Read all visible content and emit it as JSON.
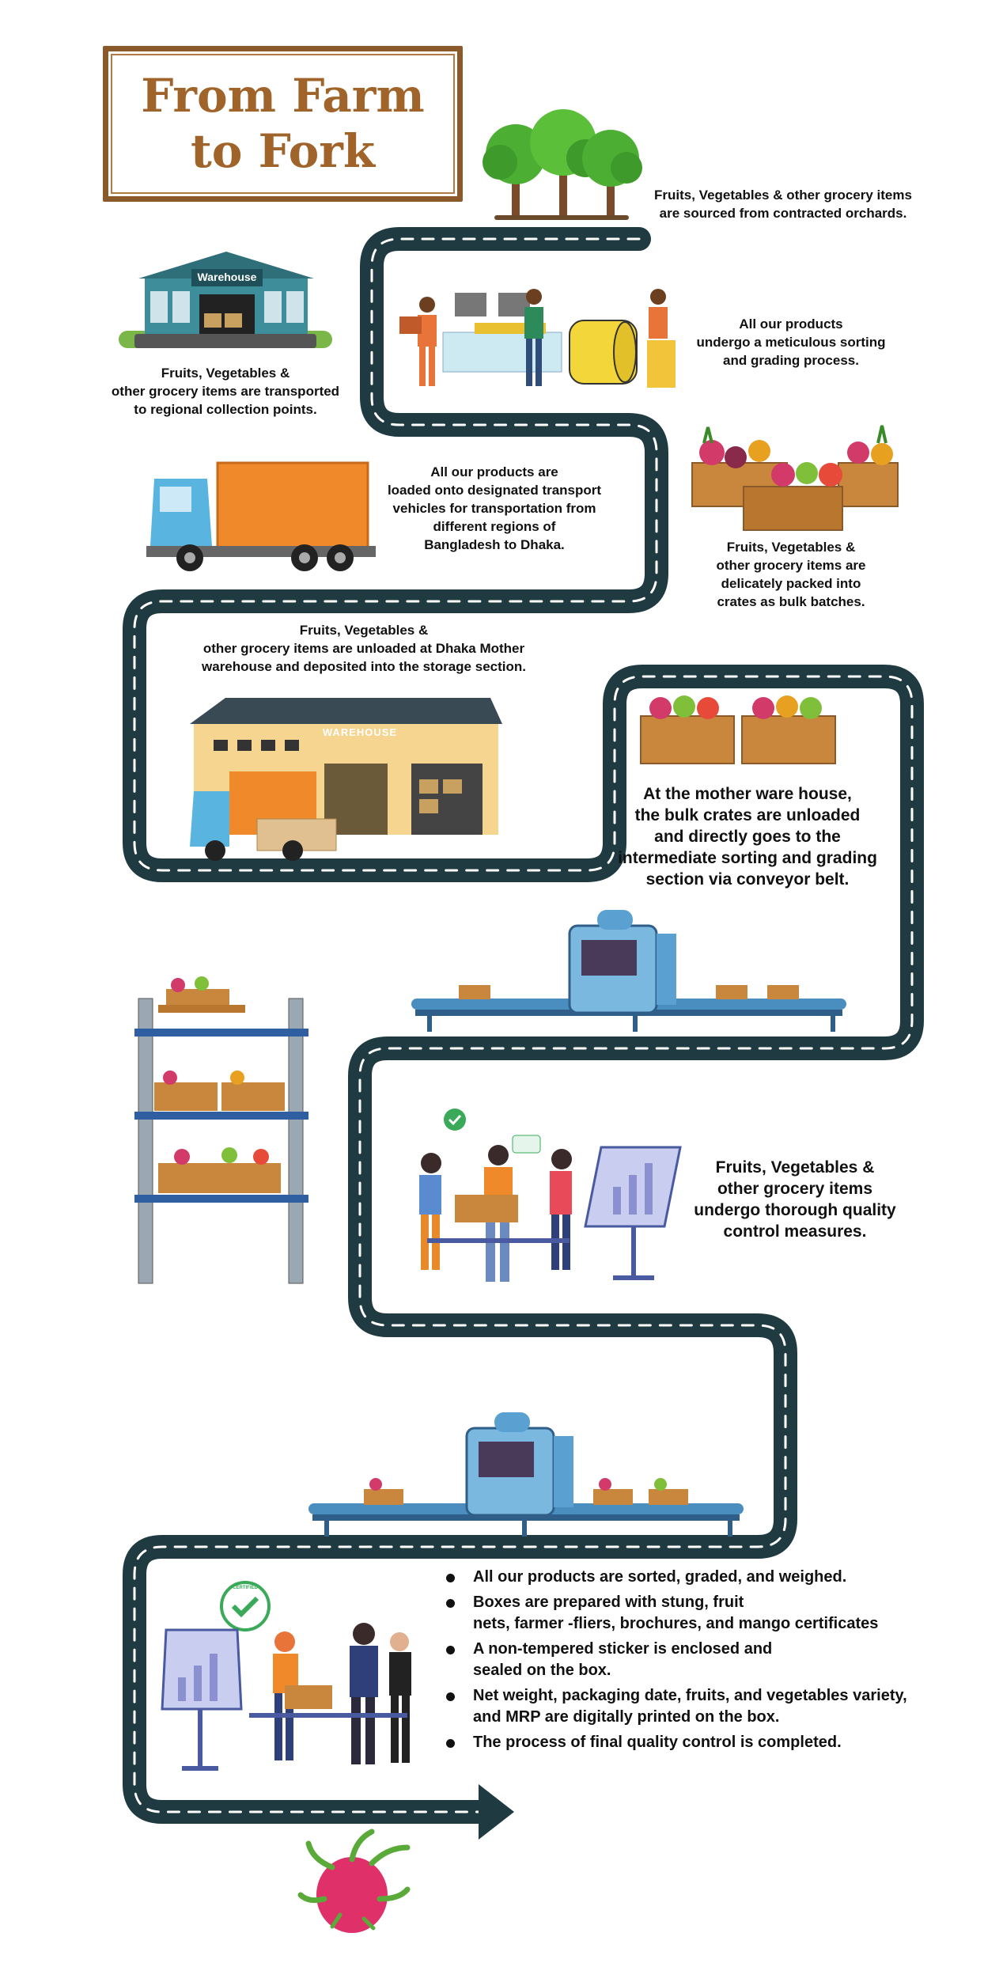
{
  "title": {
    "line1": "From Farm",
    "line2": "to Fork"
  },
  "steps": {
    "orchards": {
      "line1": "Fruits, Vegetables & other grocery items",
      "line2": "are sourced from contracted orchards."
    },
    "sorting": {
      "line1": "All our products",
      "line2": "undergo a meticulous sorting",
      "line3": "and grading process."
    },
    "warehouse": {
      "sign": "Warehouse",
      "line1": "Fruits, Vegetables &",
      "line2": "other grocery items are transported",
      "line3": "to regional collection points."
    },
    "crates": {
      "line1": "Fruits, Vegetables &",
      "line2": "other grocery items are",
      "line3": "delicately packed into",
      "line4": "crates as bulk batches."
    },
    "transport": {
      "line1": "All our products are",
      "line2": "loaded onto designated transport",
      "line3": "vehicles for transportation from",
      "line4": "different regions of",
      "line5": "Bangladesh to Dhaka."
    },
    "unload": {
      "line1": "Fruits, Vegetables &",
      "line2": "other grocery items  are unloaded at Dhaka Mother",
      "line3": "warehouse and deposited into the storage section.",
      "sign": "WAREHOUSE"
    },
    "conveyor": {
      "line1": "At the mother ware house,",
      "line2": "the bulk crates are unloaded",
      "line3": "and directly goes to the",
      "line4": "intermediate sorting and grading",
      "line5": "section via conveyor belt."
    },
    "quality": {
      "line1": "Fruits, Vegetables &",
      "line2": "other grocery items",
      "line3": "undergo thorough quality",
      "line4": "control measures."
    },
    "final": {
      "certified": "CERTIFIED",
      "bullets": [
        {
          "line1": "All our products are sorted, graded, and weighed."
        },
        {
          "line1": "Boxes are prepared with stung, fruit",
          "line2": "nets, farmer -fliers, brochures, and mango certificates"
        },
        {
          "line1": "A non-tempered sticker is enclosed and",
          "line2": "sealed on the box."
        },
        {
          "line1": "Net weight, packaging date, fruits, and vegetables variety,",
          "line2": "and MRP are digitally printed on the box."
        },
        {
          "line1": "The process of final quality control is completed."
        }
      ]
    }
  },
  "colors": {
    "road": "#1f3a40",
    "title": "#a0642a",
    "frame": "#8b5a2b",
    "truck_box": "#f0892a"
  },
  "icons": [
    "trees-icon",
    "sorting-workers-icon",
    "warehouse-icon",
    "crates-icon",
    "truck-icon",
    "mother-warehouse-icon",
    "conveyor-machine-icon",
    "storage-rack-icon",
    "quality-team-icon",
    "certificate-badge-icon",
    "dragon-fruit-icon"
  ]
}
